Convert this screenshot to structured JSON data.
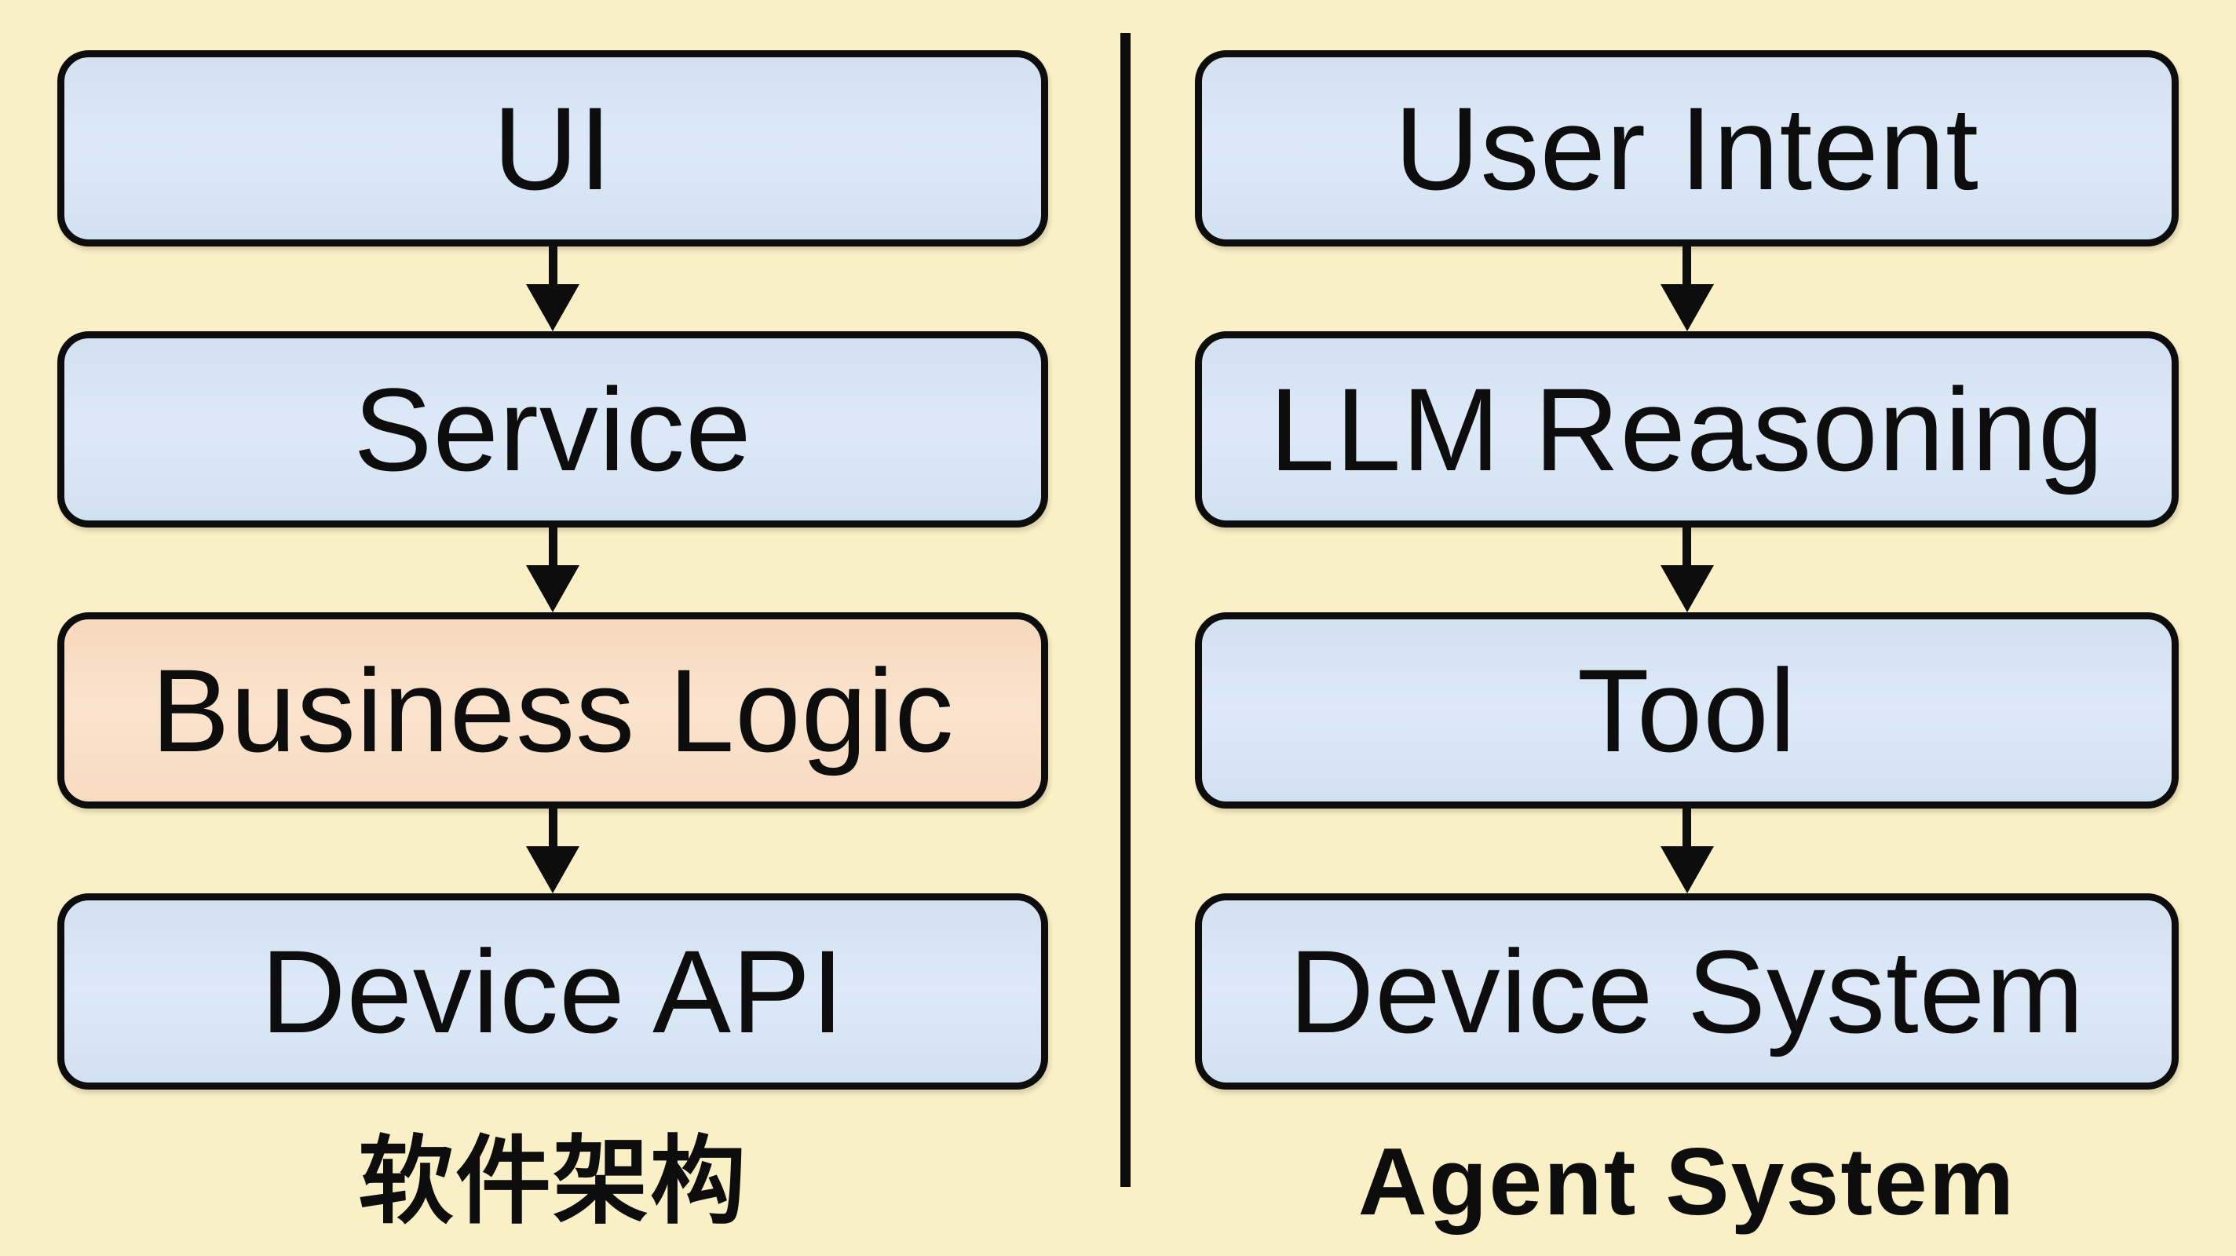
{
  "left_column": {
    "label": "软件架构",
    "boxes": [
      {
        "text": "UI",
        "variant": "blue"
      },
      {
        "text": "Service",
        "variant": "blue"
      },
      {
        "text": "Business Logic",
        "variant": "orange"
      },
      {
        "text": "Device API",
        "variant": "blue"
      }
    ]
  },
  "right_column": {
    "label": "Agent System",
    "boxes": [
      {
        "text": "User Intent",
        "variant": "blue"
      },
      {
        "text": "LLM Reasoning",
        "variant": "blue"
      },
      {
        "text": "Tool",
        "variant": "blue"
      },
      {
        "text": "Device System",
        "variant": "blue"
      }
    ]
  },
  "colors": {
    "background": "#faf0c8",
    "box_blue_fill": "#d8e5f4",
    "box_orange_fill": "#f8ddc4",
    "border_and_text": "#0d0d0d"
  }
}
